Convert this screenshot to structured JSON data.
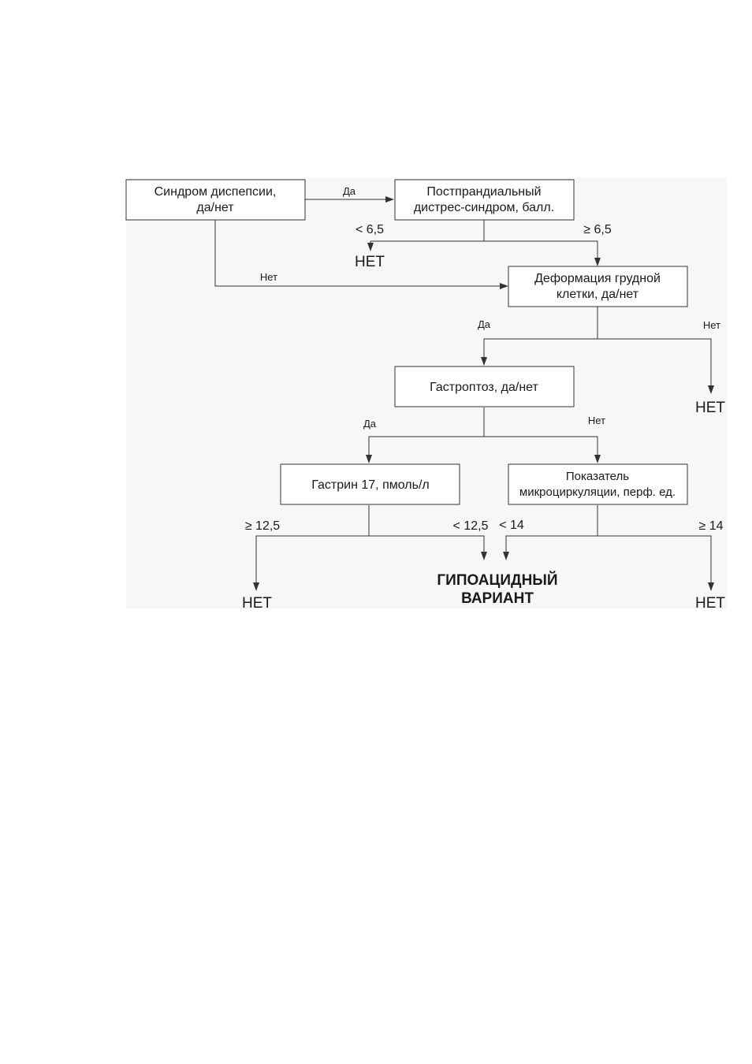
{
  "nodes": {
    "dyspepsia": {
      "line1": "Синдром диспепсии,",
      "line2": "да/нет"
    },
    "pds": {
      "line1": "Постпрандиальный",
      "line2": "дистрес-синдром, балл."
    },
    "chest": {
      "line1": "Деформация грудной",
      "line2": "клетки, да/нет"
    },
    "gastroptosis": {
      "line1": "Гастроптоз, да/нет"
    },
    "gastrin": {
      "line1": "Гастрин 17, пмоль/л"
    },
    "microcirc": {
      "line1": "Показатель",
      "line2": "микроциркуляции, перф. ед."
    }
  },
  "edges": {
    "dyspepsia_yes": "Да",
    "dyspepsia_no": "Нет",
    "pds_low": "< 6,5",
    "pds_high": "≥ 6,5",
    "chest_yes": "Да",
    "chest_no": "Нет",
    "gastroptosis_yes": "Да",
    "gastroptosis_no": "Нет",
    "gastrin_high": "≥ 12,5",
    "gastrin_low": "< 12,5",
    "microcirc_low": "< 14",
    "microcirc_high": "≥ 14"
  },
  "outcomes": {
    "no_pds": "НЕТ",
    "no_chest": "НЕТ",
    "no_gastrin": "НЕТ",
    "no_microcirc": "НЕТ",
    "result_line1": "ГИПОАЦИДНЫЙ",
    "result_line2": "ВАРИАНТ"
  }
}
